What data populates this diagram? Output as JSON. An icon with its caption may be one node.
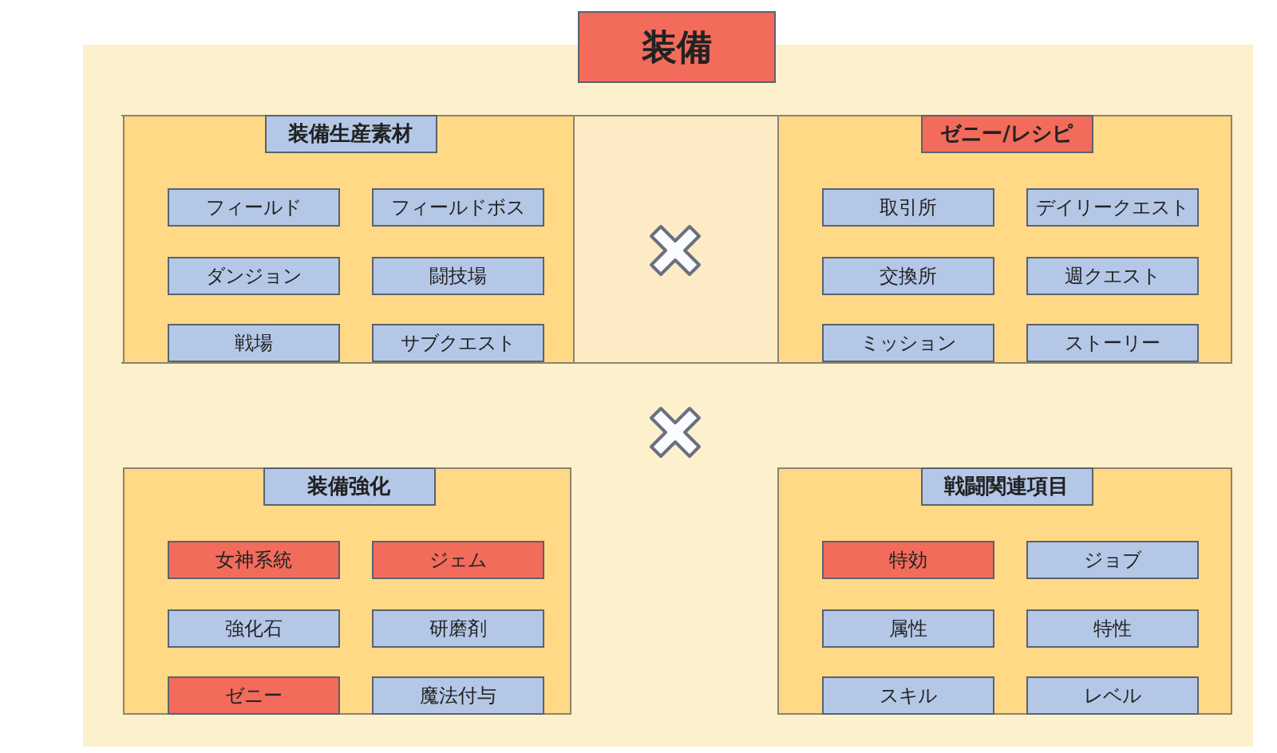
{
  "diagram": {
    "nodes": [
      {
        "text": [
          "装備"
        ]
      },
      {
        "text": [],
        "shape": "box",
        "in": 0
      },
      {
        "text": [
          "装備生産素材"
        ],
        "in": 1
      },
      {
        "text": [
          "フィールド"
        ],
        "in": 1
      },
      {
        "text": [
          "フィールドボス"
        ],
        "in": 1
      },
      {
        "text": [
          "ダンジョン"
        ],
        "in": 1
      },
      {
        "text": [
          "闘技場"
        ],
        "in": 1
      },
      {
        "text": [
          "戦場"
        ],
        "in": 1
      },
      {
        "text": [
          "サブクエスト"
        ],
        "in": 1
      },
      {
        "text": [],
        "shape": "box",
        "in": 0
      },
      {
        "text": [
          "ゼニー/レシピ"
        ],
        "in": 9
      },
      {
        "text": [
          "取引所"
        ],
        "in": 9
      },
      {
        "text": [
          "デイリークエスト"
        ],
        "in": 9
      },
      {
        "text": [
          "交換所"
        ],
        "in": 9
      },
      {
        "text": [
          "週クエスト"
        ],
        "in": 9
      },
      {
        "text": [
          "ミッション"
        ],
        "in": 9
      },
      {
        "text": [
          "ストーリー"
        ],
        "in": 9
      },
      {
        "text": [],
        "shape": "box",
        "in": 0
      },
      {
        "text": [
          "装備強化"
        ],
        "in": 17
      },
      {
        "text": [
          "女神系統"
        ],
        "in": 17
      },
      {
        "text": [
          "ジェム"
        ],
        "in": 17
      },
      {
        "text": [
          "強化石"
        ],
        "in": 17
      },
      {
        "text": [
          "研磨剤"
        ],
        "in": 17
      },
      {
        "text": [
          "ゼニー"
        ],
        "in": 17
      },
      {
        "text": [
          "魔法付与"
        ],
        "in": 17
      },
      {
        "text": [],
        "shape": "box",
        "in": 0
      },
      {
        "text": [
          "戦闘関連項目"
        ],
        "in": 25
      },
      {
        "text": [
          "特効"
        ],
        "in": 25
      },
      {
        "text": [
          "ジョブ"
        ],
        "in": 25
      },
      {
        "text": [
          "属性"
        ],
        "in": 25
      },
      {
        "text": [
          "特性"
        ],
        "in": 25
      },
      {
        "text": [
          "スキル"
        ],
        "in": 25
      },
      {
        "text": [
          "レベル"
        ],
        "in": 25
      }
    ],
    "edges": []
  }
}
